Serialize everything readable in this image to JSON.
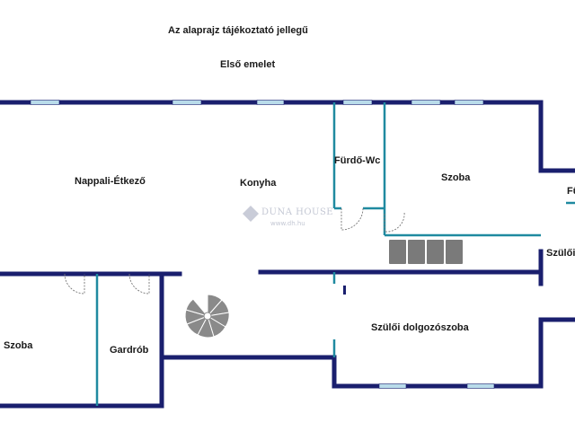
{
  "header": {
    "note": "Az alaprajz tájékoztató jellegű",
    "floor": "Első emelet"
  },
  "watermark": {
    "brand": "DUNA HOUSE",
    "url": "www.dh.hu"
  },
  "rooms": {
    "nappali_etkezo": "Nappali-Étkező",
    "konyha": "Konyha",
    "furdo_wc": "Fürdő-Wc",
    "szoba_right": "Szoba",
    "fu_partial": "Fü",
    "szuloi_partial": "Szülői",
    "szoba_left": "Szoba",
    "gardrob": "Gardrób",
    "szuloi_dolgozoszoba": "Szülői dolgozószoba"
  },
  "colors": {
    "wall": "#1a1f6e",
    "partition": "#1f8aa0",
    "window": "#b9dcea",
    "stair": "#8a8a8a",
    "wardrobe": "#7a7a7a"
  }
}
